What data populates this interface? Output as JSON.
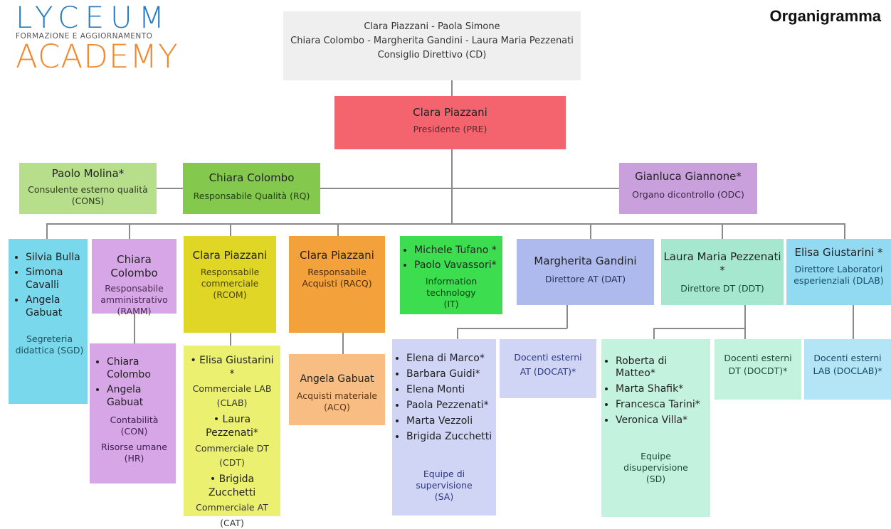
{
  "logo": {
    "line1": "LYCEUM",
    "line2": "FORMAZIONE E AGGIORNAMENTO",
    "line3": "ACADEMY"
  },
  "title": "Organigramma",
  "board": {
    "line1": "Clara Piazzani  - Paola Simone",
    "line2": "Chiara Colombo - Margherita Gandini - Laura Maria Pezzenati",
    "line3": "Consiglio Direttivo (CD)"
  },
  "president": {
    "name": "Clara Piazzani",
    "role": "Presidente (PRE)"
  },
  "cons": {
    "name": "Paolo Molina*",
    "role": "Consulente esterno qualità (CONS)"
  },
  "rq": {
    "name": "Chiara Colombo",
    "role": "Responsabile Qualità (RQ)"
  },
  "odc": {
    "name": "Gianluca Giannone*",
    "role": "Organo dicontrollo (ODC)"
  },
  "sgd": {
    "members": [
      "Silvia Bulla",
      "Simona Cavalli",
      "Angela Gabuat"
    ],
    "role": "Segreteria didattica (SGD)"
  },
  "ramm": {
    "name": "Chiara Colombo",
    "role": "Responsabile amministrativo (RAMM)"
  },
  "con": {
    "members": [
      "Chiara Colombo",
      "Angela Gabuat"
    ],
    "role1": "Contabilità (CON)",
    "role2": "Risorse umane (HR)"
  },
  "rcom": {
    "name": "Clara Piazzani",
    "role": "Responsabile commerciale (RCOM)"
  },
  "comm": {
    "p1": "Elisa Giustarini *",
    "r1a": "Commerciale LAB",
    "r1b": "(CLAB)",
    "p2": "Laura Pezzenati*",
    "r2a": "Commerciale DT",
    "r2b": "(CDT)",
    "p3": "Brigida Zucchetti",
    "r3a": "Commerciale AT",
    "r3b": "(CAT)"
  },
  "racq": {
    "name": "Clara Piazzani",
    "role": "Responsabile Acquisti (RACQ)"
  },
  "acq": {
    "name": "Angela Gabuat",
    "role": "Acquisti materiale (ACQ)"
  },
  "it": {
    "members": [
      "Michele Tufano *",
      "Paolo Vavassori*"
    ],
    "role": "Information technology (IT)"
  },
  "dat": {
    "name": "Margherita Gandini",
    "role": "Direttore AT (DAT)"
  },
  "sa": {
    "members": [
      "Elena di Marco*",
      "Barbara Guidi*",
      "Elena Monti",
      "Paola Pezzenati*",
      "Marta Vezzoli",
      "Brigida Zucchetti"
    ],
    "role": "Equipe di supervisione (SA)"
  },
  "docat": {
    "role": "Docenti esterni AT (DOCAT)*"
  },
  "ddt": {
    "name": "Laura Maria Pezzenati *",
    "role": "Direttore DT (DDT)"
  },
  "sd": {
    "members": [
      "Roberta di Matteo*",
      "Marta Shafik*",
      "Francesca Tarini*",
      "Veronica Villa*"
    ],
    "role": "Equipe disupervisione (SD)"
  },
  "docdt": {
    "role": "Docenti esterni DT (DOCDT)*"
  },
  "dlab": {
    "name": "Elisa Giustarini *",
    "role": "Direttore Laboratori esperienziali (DLAB)"
  },
  "doclab": {
    "role": "Docenti esterni LAB (DOCLAB)*"
  },
  "colors": {
    "board": "#efefef",
    "president": "#f4646e",
    "cons": "#b7df8b",
    "rq": "#84c94e",
    "odc": "#c9a0dc",
    "sgd": "#7ad8ec",
    "ramm": "#d7a6e6",
    "yellow": "#e0d625",
    "light_yellow": "#ecf070",
    "orange": "#f3a23b",
    "light_orange": "#f8bd83",
    "green": "#3cdd4e",
    "blue": "#aeb9ed",
    "light_blue": "#d0d5f6",
    "mint": "#a6e8cf",
    "light_mint": "#c3f2de",
    "sky": "#92daf2",
    "light_sky": "#b3e5f7"
  }
}
